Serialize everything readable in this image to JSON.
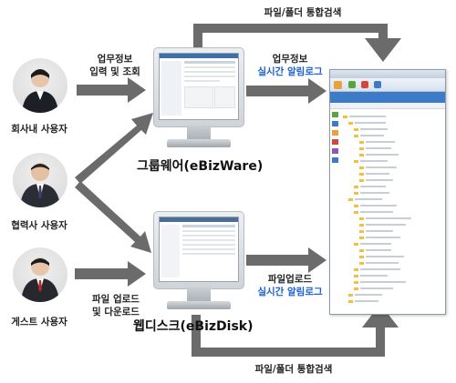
{
  "users": {
    "employee": "회사내 사용자",
    "partner": "협력사 사용자",
    "guest": "게스트 사용자"
  },
  "labels": {
    "groupware_access_line1": "업무정보",
    "groupware_access_line2": "입력 및 조회",
    "upload_line1": "파일 업로드",
    "upload_line2": "및 다운로드",
    "search_top": "파일/폴더 통합검색",
    "search_bottom": "파일/폴더 통합검색",
    "realtime1_line1": "업무정보",
    "realtime1_line2": "실시간 알림로그",
    "realtime2_line1": "파일업로드",
    "realtime2_line2": "실시간 알림로그"
  },
  "systems": {
    "groupware": "그룹웨어(eBizWare)",
    "webdisk": "웹디스크(eBizDisk)"
  },
  "colors": {
    "arrow": "#6b6b6b",
    "highlight_text": "#1a5fd0",
    "client_toolbar": "#3b7bc8"
  }
}
